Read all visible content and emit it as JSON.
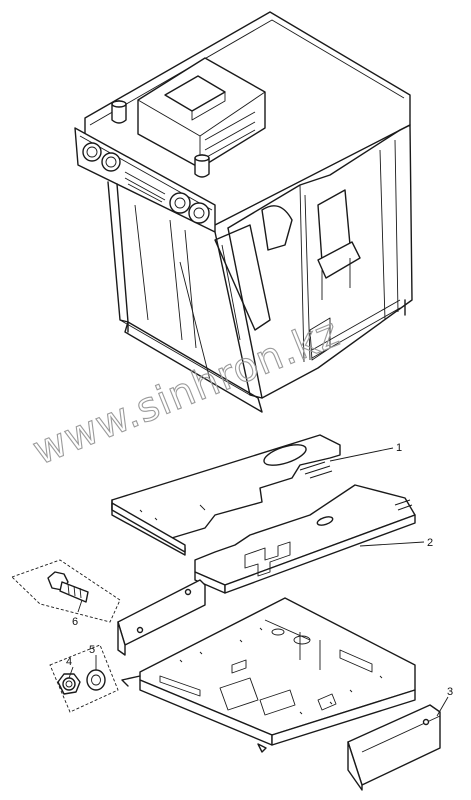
{
  "callouts": {
    "c1": "1",
    "c2": "2",
    "c3": "3",
    "c4": "4",
    "c5": "5",
    "c6": "6"
  },
  "watermark": "www.sinhron.kz",
  "colors": {
    "ink": "#1a1a1a",
    "watermark": "#9a9a9a",
    "background": "#ffffff"
  }
}
